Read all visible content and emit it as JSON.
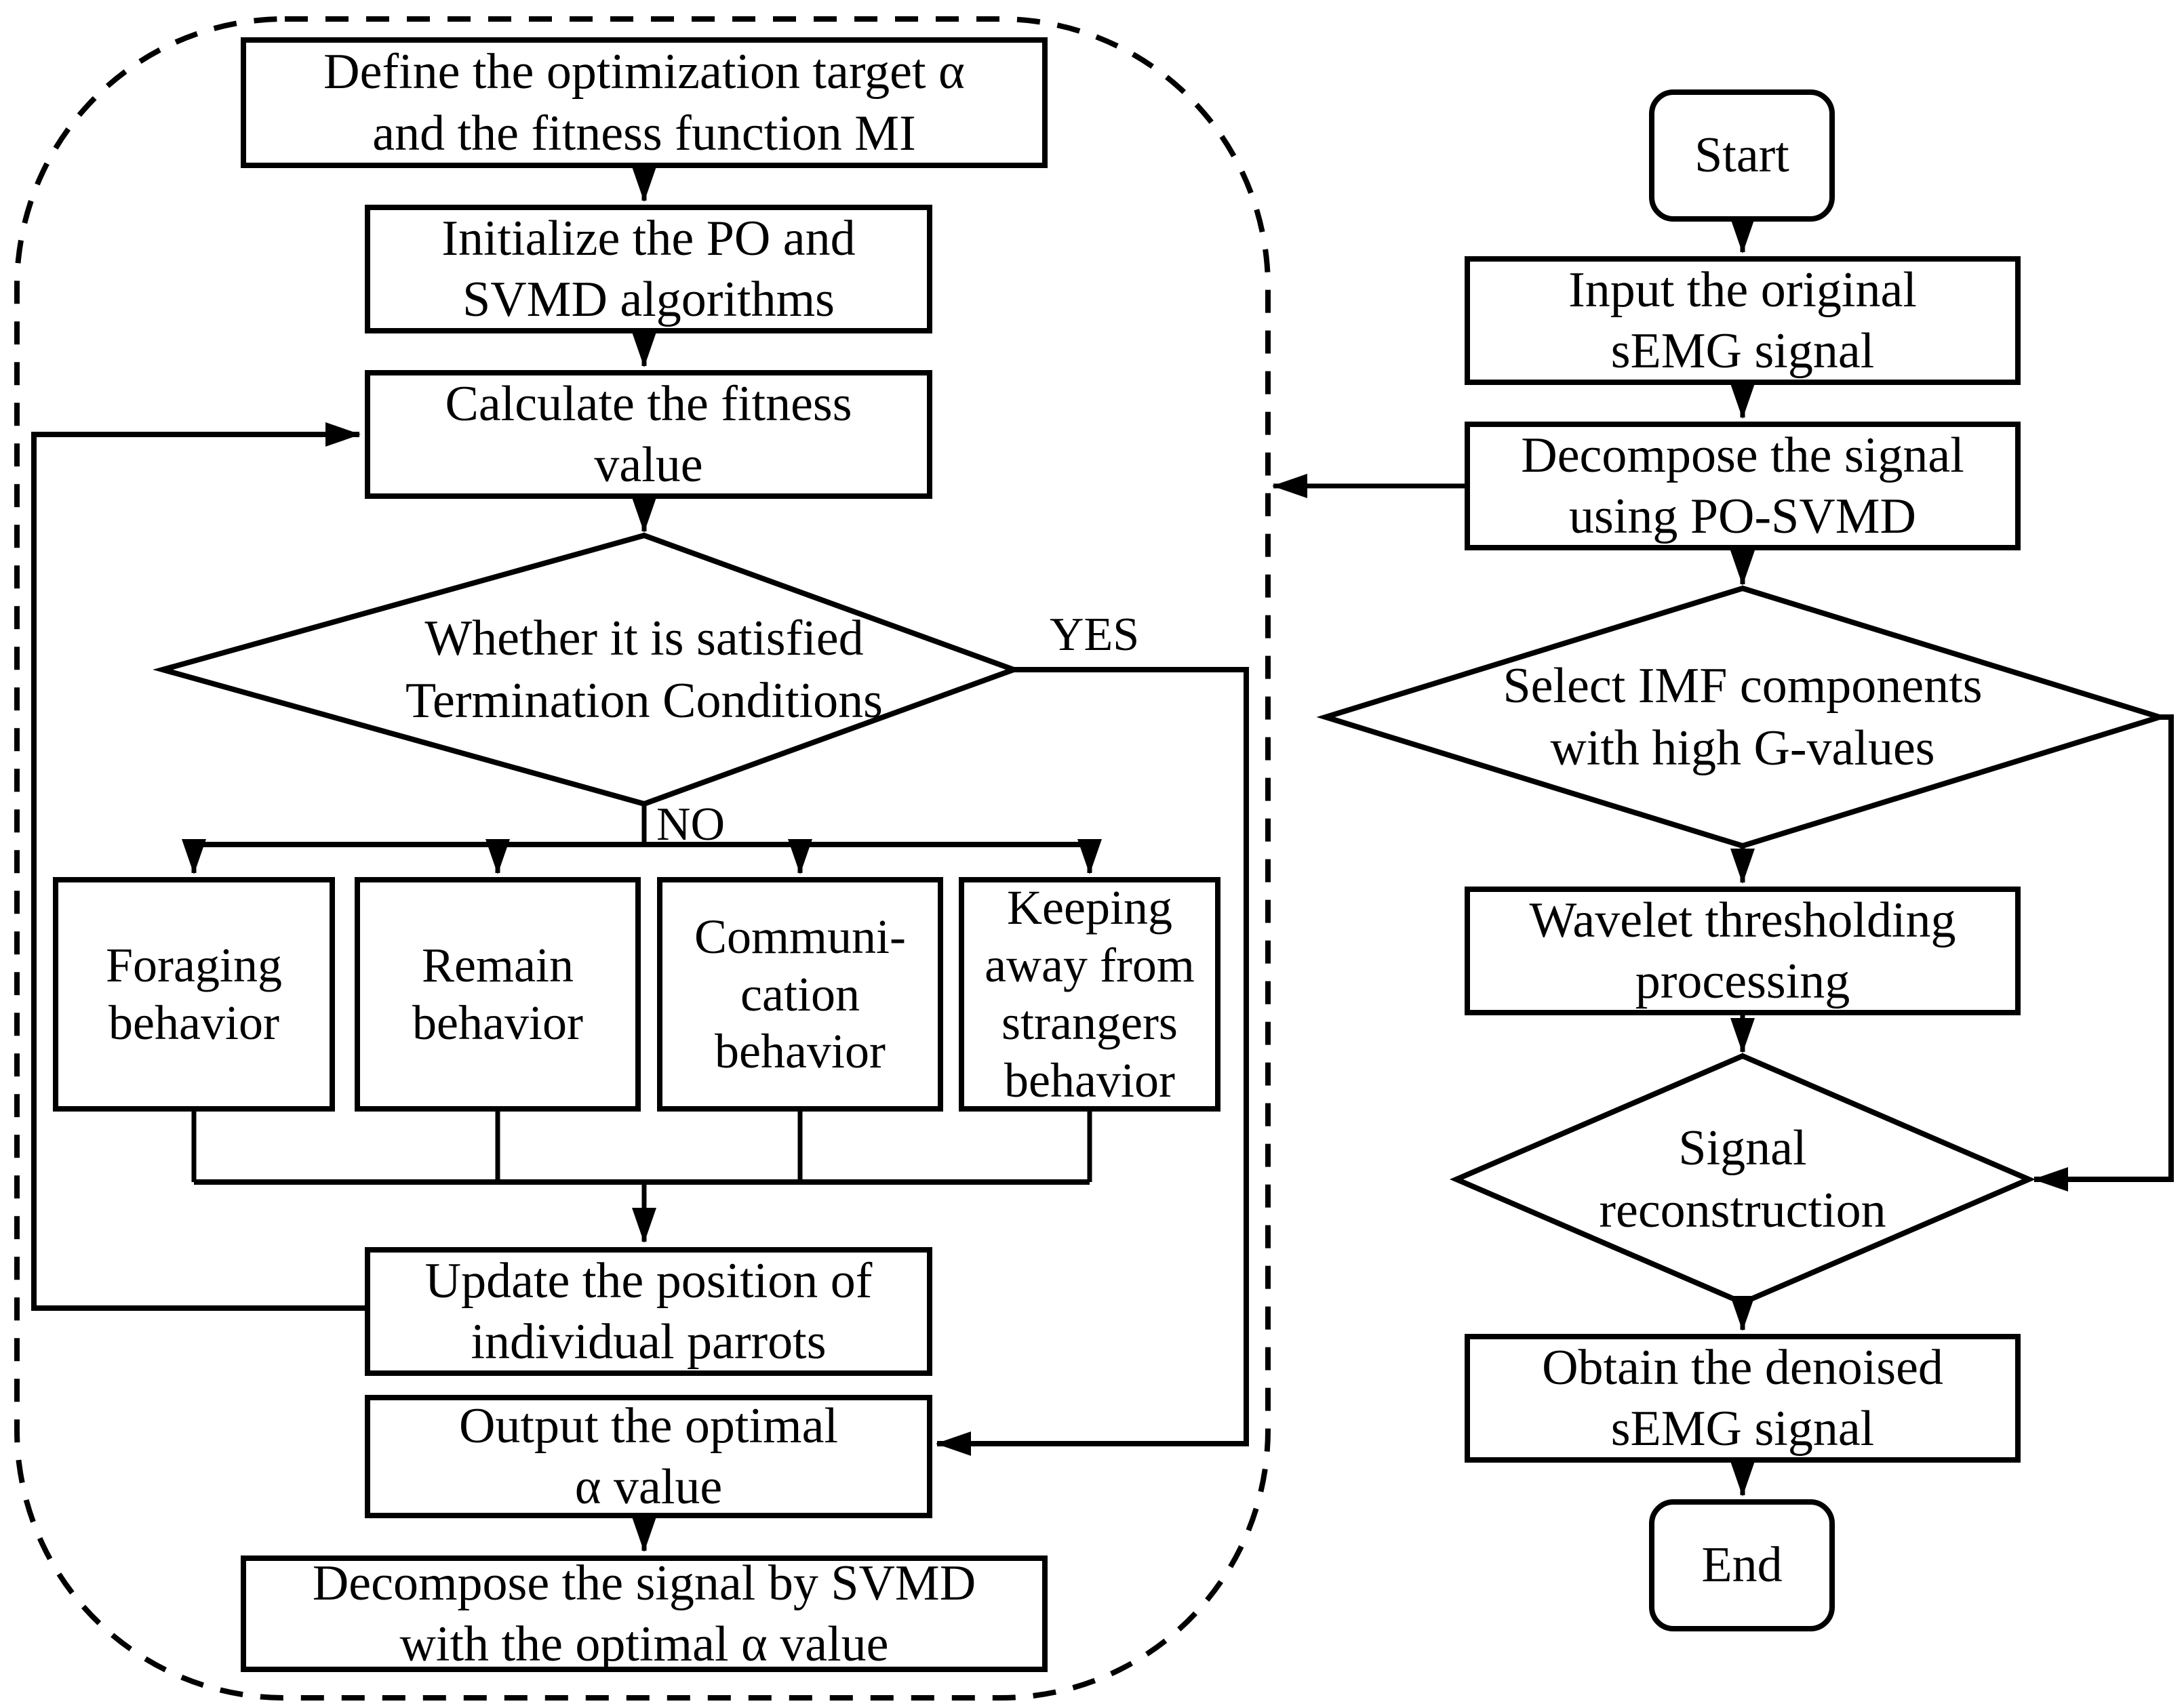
{
  "colors": {
    "line": "#000000",
    "background": "#ffffff"
  },
  "optimizer_panel": {
    "define": "Define the optimization target α\nand the fitness function MI",
    "initialize": "Initialize the PO and\nSVMD algorithms",
    "calculate": "Calculate the fitness\nvalue",
    "termination_decision": "Whether it is satisfied\nTermination Conditions",
    "yes_label": "YES",
    "no_label": "NO",
    "foraging": "Foraging\nbehavior",
    "remain": "Remain\nbehavior",
    "communication": "Communi-\ncation\nbehavior",
    "keeping_away": "Keeping\naway from\nstrangers\nbehavior",
    "update_position": "Update the position of\nindividual parrots",
    "output_optimal": "Output the optimal\nα value",
    "decompose_final": "Decompose the signal by SVMD\nwith the optimal α value"
  },
  "main_flow": {
    "start": "Start",
    "input_signal": "Input the original\nsEMG signal",
    "decompose_posvmd": "Decompose the signal\nusing PO-SVMD",
    "select_imf": "Select IMF components\nwith high G-values",
    "wavelet": "Wavelet thresholding\nprocessing",
    "signal_reconstruction": "Signal\nreconstruction",
    "obtain_denoised": "Obtain the denoised\nsEMG signal",
    "end": "End"
  }
}
